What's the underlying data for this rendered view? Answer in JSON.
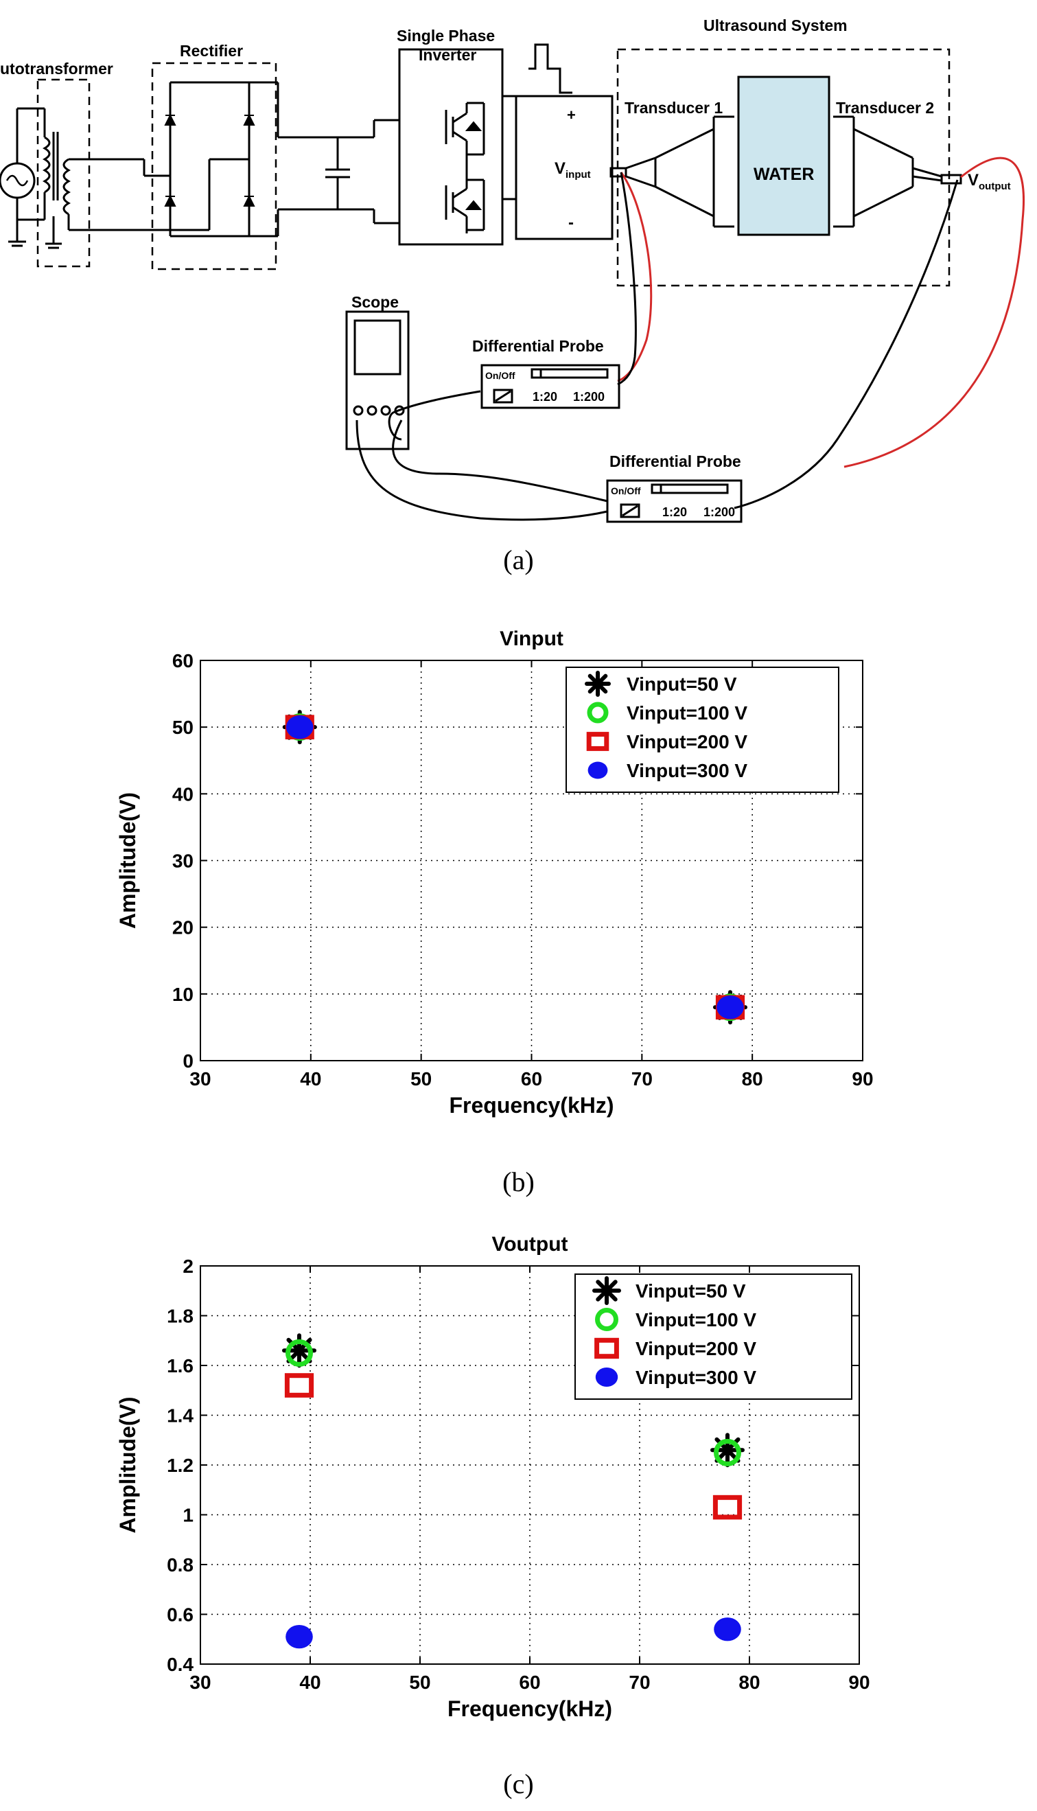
{
  "schematic": {
    "autotransformer": "utotransformer",
    "rectifier": "Rectifier",
    "inverter_line1": "Single Phase",
    "inverter_line2": "Inverter",
    "ultrasound_system": "Ultrasound System",
    "transducer1": "Transducer 1",
    "transducer2": "Transducer 2",
    "water": "WATER",
    "vinput_main": "V",
    "vinput_sub": "input",
    "voutput_main": "V",
    "voutput_sub": "output",
    "plus": "+",
    "minus": "-",
    "scope": "Scope",
    "probe1_title": "Differential Probe",
    "probe1_onoff": "On/Off",
    "probe1_r1": "1:20",
    "probe1_r2": "1:200",
    "probe2_title": "Differential Probe",
    "probe2_onoff": "On/Off",
    "probe2_r1": "1:20",
    "probe2_r2": "1:200",
    "colors": {
      "water": "#cde6ee",
      "red_wire": "#d42a2a"
    }
  },
  "captions": {
    "a": "(a)",
    "b": "(b)",
    "c": "(c)"
  },
  "chart_data": [
    {
      "type": "scatter",
      "title": "Vinput",
      "xlabel": "Frequency(kHz)",
      "ylabel": "Amplitude(V)",
      "xlim": [
        30,
        90
      ],
      "ylim": [
        0,
        60
      ],
      "xticks": [
        30,
        40,
        50,
        60,
        70,
        80,
        90
      ],
      "yticks": [
        0,
        10,
        20,
        30,
        40,
        50,
        60
      ],
      "grid": true,
      "legend_position": "top-right",
      "series": [
        {
          "name": "Vinput=50 V",
          "marker": "asterisk",
          "color": "#000000",
          "x": [
            39,
            78
          ],
          "y": [
            50,
            8
          ]
        },
        {
          "name": "Vinput=100 V",
          "marker": "circle-open",
          "color": "#22dd22",
          "x": [
            39,
            78
          ],
          "y": [
            50,
            8
          ]
        },
        {
          "name": "Vinput=200 V",
          "marker": "square-open",
          "color": "#dd1111",
          "x": [
            39,
            78
          ],
          "y": [
            50,
            8
          ]
        },
        {
          "name": "Vinput=300 V",
          "marker": "circle-filled",
          "color": "#1111ee",
          "x": [
            39,
            78
          ],
          "y": [
            50,
            8
          ]
        }
      ]
    },
    {
      "type": "scatter",
      "title": "Voutput",
      "xlabel": "Frequency(kHz)",
      "ylabel": "Amplitude(V)",
      "xlim": [
        30,
        90
      ],
      "ylim": [
        0.4,
        2
      ],
      "xticks": [
        30,
        40,
        50,
        60,
        70,
        80,
        90
      ],
      "yticks": [
        0.4,
        0.6,
        0.8,
        1,
        1.2,
        1.4,
        1.6,
        1.8,
        2
      ],
      "grid": true,
      "legend_position": "top-right",
      "series": [
        {
          "name": "Vinput=50 V",
          "marker": "asterisk",
          "color": "#000000",
          "x": [
            39,
            78
          ],
          "y": [
            1.66,
            1.26
          ]
        },
        {
          "name": "Vinput=100 V",
          "marker": "circle-open",
          "color": "#22dd22",
          "x": [
            39,
            78
          ],
          "y": [
            1.65,
            1.25
          ]
        },
        {
          "name": "Vinput=200 V",
          "marker": "square-open",
          "color": "#dd1111",
          "x": [
            39,
            78
          ],
          "y": [
            1.52,
            1.03
          ]
        },
        {
          "name": "Vinput=300 V",
          "marker": "circle-filled",
          "color": "#1111ee",
          "x": [
            39,
            78
          ],
          "y": [
            0.51,
            0.54
          ]
        }
      ]
    }
  ]
}
